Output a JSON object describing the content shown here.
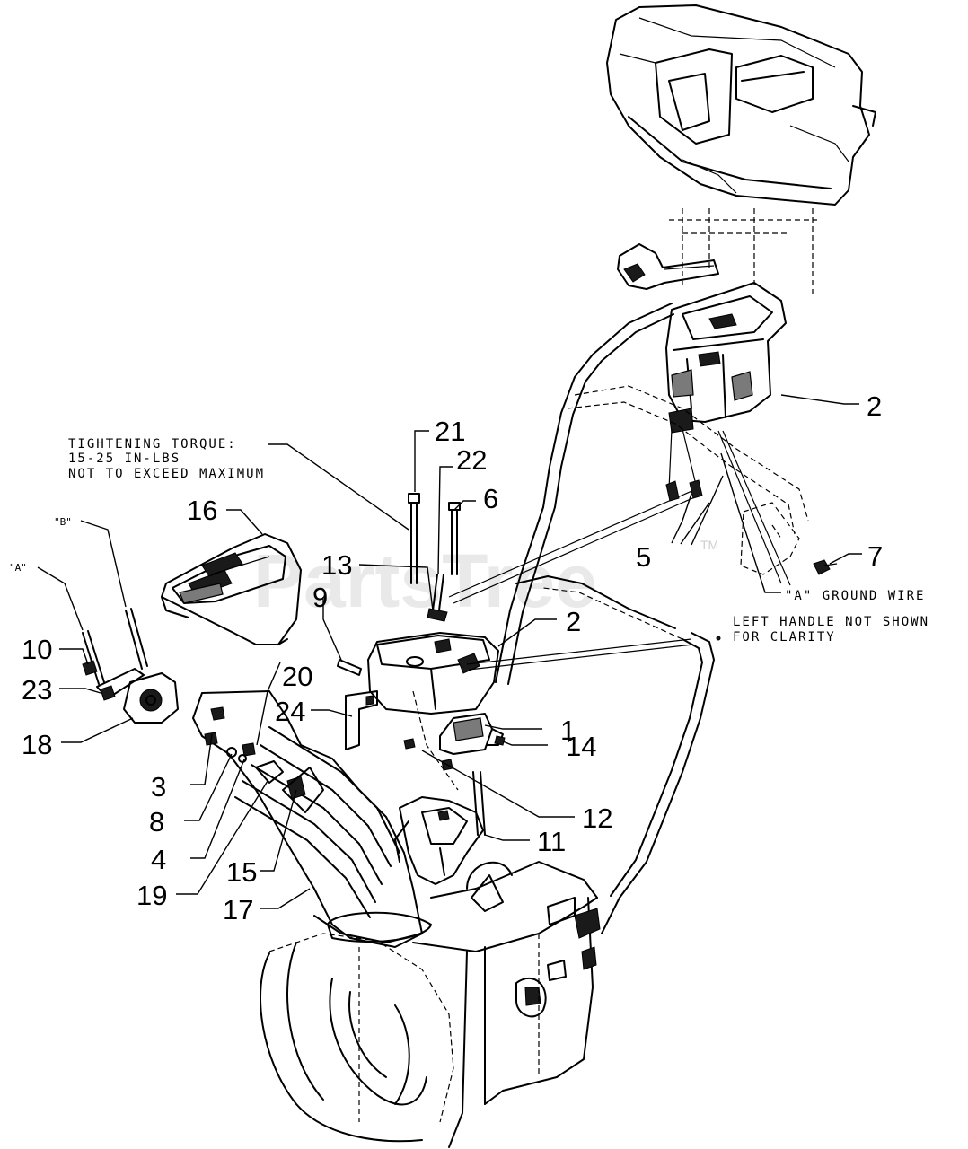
{
  "watermark": "PartsTree",
  "watermark_tm": "TM",
  "notes": {
    "torque_line1": "TIGHTENING TORQUE:",
    "torque_line2": "15-25 IN-LBS",
    "torque_line3": "NOT TO EXCEED MAXIMUM",
    "left_handle_line1": "LEFT HANDLE NOT SHOWN",
    "left_handle_line2": "FOR CLARITY",
    "ground_wire": "\"A\" GROUND WIRE",
    "ref_a": "\"A\"",
    "ref_b": "\"B\""
  },
  "callouts": [
    "1",
    "2",
    "2",
    "3",
    "4",
    "5",
    "6",
    "7",
    "8",
    "9",
    "10",
    "11",
    "12",
    "13",
    "14",
    "15",
    "16",
    "17",
    "18",
    "19",
    "20",
    "21",
    "22",
    "23",
    "24"
  ]
}
